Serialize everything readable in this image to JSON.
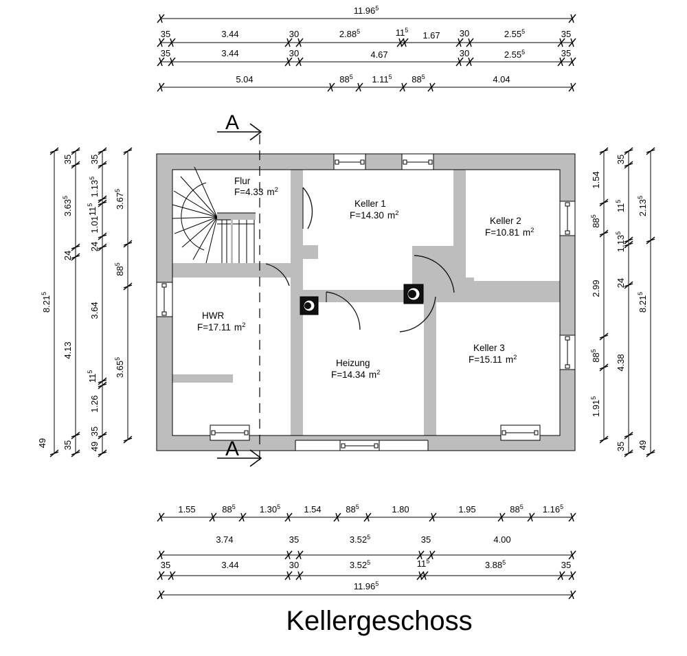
{
  "drawing": {
    "title": "Kellergeschoss",
    "section_marker_top": "A",
    "section_marker_bottom": "A",
    "unit_note": "m",
    "colors": {
      "wall": "#bdbdbd",
      "line": "#000000",
      "background": "#ffffff"
    }
  },
  "rooms": [
    {
      "id": "flur",
      "name": "Flur",
      "area_label": "F=4.33",
      "area_value": 4.33,
      "unit": "m",
      "unit_exp": "2"
    },
    {
      "id": "keller1",
      "name": "Keller 1",
      "area_label": "F=14.30",
      "area_value": 14.3,
      "unit": "m",
      "unit_exp": "2"
    },
    {
      "id": "keller2",
      "name": "Keller 2",
      "area_label": "F=10.81",
      "area_value": 10.81,
      "unit": "m",
      "unit_exp": "2"
    },
    {
      "id": "hwr",
      "name": "HWR",
      "area_label": "F=17.11",
      "area_value": 17.11,
      "unit": "m",
      "unit_exp": "2"
    },
    {
      "id": "heizung",
      "name": "Heizung",
      "area_label": "F=14.34",
      "area_value": 14.34,
      "unit": "m",
      "unit_exp": "2"
    },
    {
      "id": "keller3",
      "name": "Keller 3",
      "area_label": "F=15.11",
      "area_value": 15.11,
      "unit": "m",
      "unit_exp": "2"
    }
  ],
  "dimensions": {
    "top": [
      {
        "chain_id": "top-overall",
        "segments": [
          {
            "value": "11.96",
            "sup": "5"
          }
        ]
      },
      {
        "chain_id": "top-detail",
        "segments": [
          {
            "value": "35",
            "sup": ""
          },
          {
            "value": "3.44",
            "sup": ""
          },
          {
            "value": "30",
            "sup": ""
          },
          {
            "value": "2.88",
            "sup": "5"
          },
          {
            "value": "11",
            "sup": "5"
          },
          {
            "value": "1.67",
            "sup": ""
          },
          {
            "value": "30",
            "sup": ""
          },
          {
            "value": "2.55",
            "sup": "5"
          },
          {
            "value": "35",
            "sup": ""
          }
        ]
      },
      {
        "chain_id": "top-mid",
        "segments": [
          {
            "value": "35",
            "sup": ""
          },
          {
            "value": "3.44",
            "sup": ""
          },
          {
            "value": "30",
            "sup": ""
          },
          {
            "value": "4.67",
            "sup": ""
          },
          {
            "value": "30",
            "sup": ""
          },
          {
            "value": "2.55",
            "sup": "5"
          },
          {
            "value": "35",
            "sup": ""
          }
        ]
      },
      {
        "chain_id": "top-axes",
        "segments": [
          {
            "value": "5.04",
            "sup": ""
          },
          {
            "value": "88",
            "sup": "5"
          },
          {
            "value": "1.11",
            "sup": "5"
          },
          {
            "value": "88",
            "sup": "5"
          },
          {
            "value": "4.04",
            "sup": ""
          }
        ]
      }
    ],
    "bottom": [
      {
        "chain_id": "bottom-detail",
        "segments": [
          {
            "value": "1.55",
            "sup": ""
          },
          {
            "value": "88",
            "sup": "5"
          },
          {
            "value": "1.30",
            "sup": "5"
          },
          {
            "value": "1.54",
            "sup": ""
          },
          {
            "value": "88",
            "sup": "5"
          },
          {
            "value": "1.80",
            "sup": ""
          },
          {
            "value": "1.95",
            "sup": ""
          },
          {
            "value": "88",
            "sup": "5"
          },
          {
            "value": "1.16",
            "sup": "5"
          }
        ]
      },
      {
        "chain_id": "bottom-mid",
        "segments": [
          {
            "value": "3.74",
            "sup": ""
          },
          {
            "value": "35",
            "sup": ""
          },
          {
            "value": "3.52",
            "sup": "5"
          },
          {
            "value": "35",
            "sup": ""
          },
          {
            "value": "4.00",
            "sup": ""
          }
        ]
      },
      {
        "chain_id": "bottom-inner",
        "segments": [
          {
            "value": "35",
            "sup": ""
          },
          {
            "value": "3.44",
            "sup": ""
          },
          {
            "value": "30",
            "sup": ""
          },
          {
            "value": "3.52",
            "sup": "5"
          },
          {
            "value": "11",
            "sup": "5"
          },
          {
            "value": "3.88",
            "sup": "5"
          },
          {
            "value": "35",
            "sup": ""
          }
        ]
      },
      {
        "chain_id": "bottom-overall",
        "segments": [
          {
            "value": "11.96",
            "sup": "5"
          }
        ]
      }
    ],
    "left": [
      {
        "chain_id": "left-overall",
        "segments": [
          {
            "value": "49",
            "sup": ""
          },
          {
            "value": "4.13",
            "sup": ""
          },
          {
            "value": "8.21",
            "sup": "5"
          }
        ]
      },
      {
        "chain_id": "left-b",
        "segments": [
          {
            "value": "35",
            "sup": ""
          },
          {
            "value": "4.13",
            "sup": ""
          },
          {
            "value": "24",
            "sup": ""
          },
          {
            "value": "3.63",
            "sup": "5"
          },
          {
            "value": "35",
            "sup": ""
          }
        ]
      },
      {
        "chain_id": "left-c",
        "segments": [
          {
            "value": "49",
            "sup": ""
          },
          {
            "value": "35",
            "sup": ""
          },
          {
            "value": "1.26",
            "sup": ""
          },
          {
            "value": "11",
            "sup": "5"
          },
          {
            "value": "3.64",
            "sup": ""
          },
          {
            "value": "24",
            "sup": ""
          },
          {
            "value": "1.01",
            "sup": ""
          },
          {
            "value": "11",
            "sup": "5"
          },
          {
            "value": "1.13",
            "sup": "5"
          },
          {
            "value": "35",
            "sup": ""
          }
        ]
      },
      {
        "chain_id": "left-d",
        "segments": [
          {
            "value": "3.65",
            "sup": "5"
          },
          {
            "value": "88",
            "sup": "5"
          },
          {
            "value": "3.67",
            "sup": "5"
          }
        ]
      }
    ],
    "right": [
      {
        "chain_id": "right-a",
        "segments": [
          {
            "value": "1.91",
            "sup": "5"
          },
          {
            "value": "88",
            "sup": "5"
          },
          {
            "value": "2.99",
            "sup": ""
          },
          {
            "value": "88",
            "sup": "5"
          },
          {
            "value": "1.54",
            "sup": ""
          }
        ]
      },
      {
        "chain_id": "right-b",
        "segments": [
          {
            "value": "35",
            "sup": ""
          },
          {
            "value": "4.38",
            "sup": ""
          },
          {
            "value": "24",
            "sup": ""
          },
          {
            "value": "1.13",
            "sup": "5"
          },
          {
            "value": "11",
            "sup": "5"
          },
          {
            "value": "35",
            "sup": ""
          }
        ]
      },
      {
        "chain_id": "right-c",
        "segments": [
          {
            "value": "49",
            "sup": ""
          },
          {
            "value": "8.21",
            "sup": "5"
          },
          {
            "value": "2.13",
            "sup": "5"
          }
        ]
      }
    ]
  },
  "symbols": [
    {
      "id": "chimney-left",
      "name": "chimney-flue-symbol"
    },
    {
      "id": "chimney-right",
      "name": "chimney-flue-symbol"
    },
    {
      "id": "staircase",
      "name": "winder-staircase"
    }
  ]
}
